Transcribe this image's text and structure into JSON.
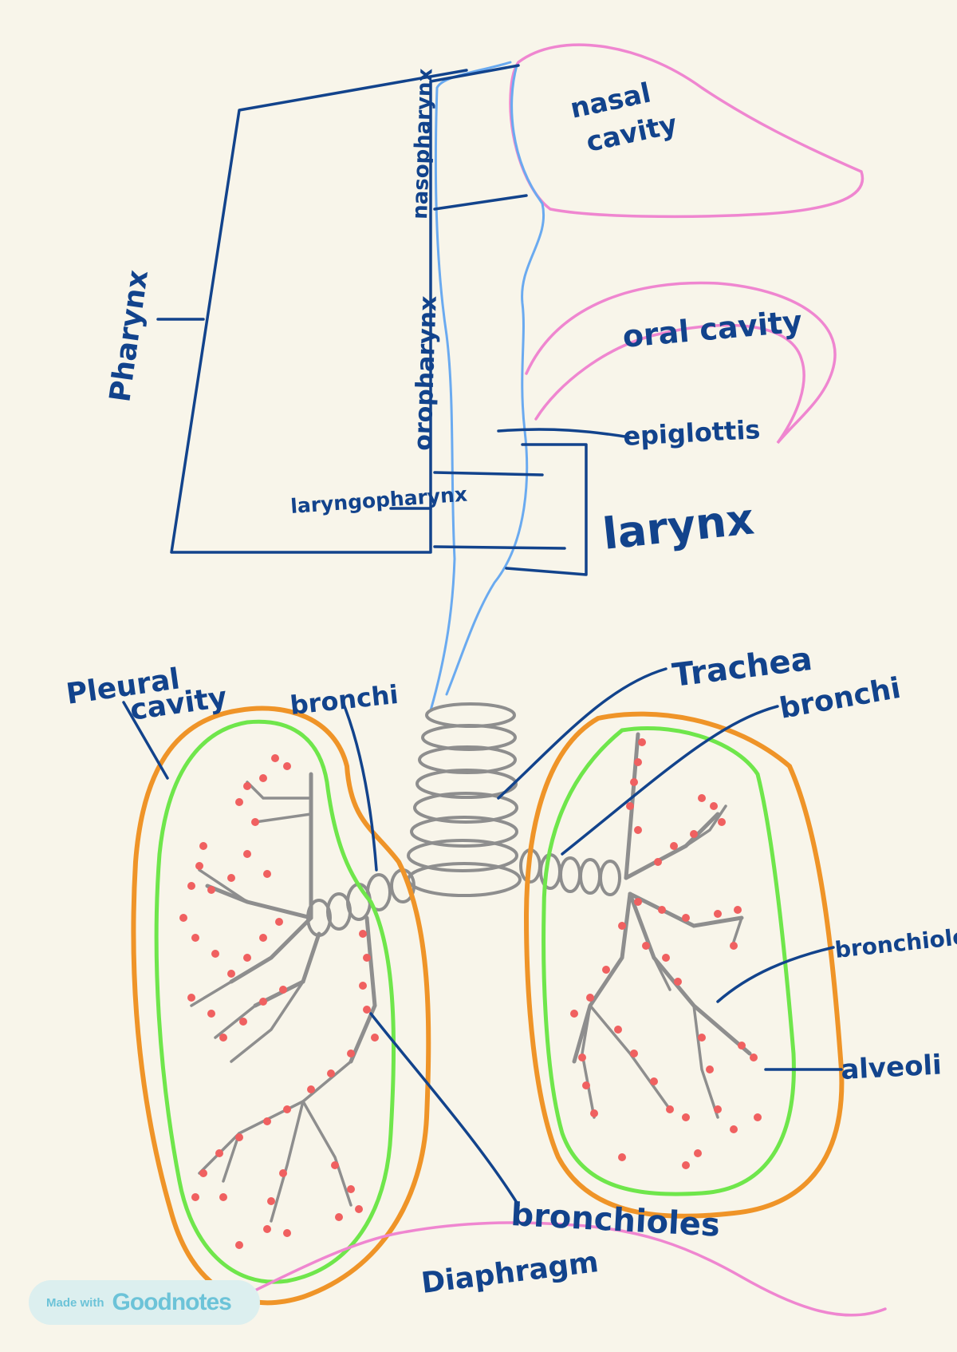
{
  "labels": {
    "nasal_cavity_line1": "nasal",
    "nasal_cavity_line2": "cavity",
    "nasopharynx": "nasopharynx",
    "pharynx": "Pharynx",
    "oral_cavity": "oral cavity",
    "oropharynx": "oropharynx",
    "epiglottis": "epiglottis",
    "laryngopharynx": "laryngopharynx",
    "larynx": "larynx",
    "pleural_cavity_line1": "Pleural",
    "pleural_cavity_line2": "cavity",
    "bronchi_left": "bronchi",
    "trachea": "Trachea",
    "bronchi_right": "bronchi",
    "bronchioles_right": "bronchioles",
    "alveoli": "alveoli",
    "bronchioles_bottom": "bronchioles",
    "diaphragm": "Diaphragm"
  },
  "badge": {
    "made_with": "Made with",
    "brand": "Goodnotes"
  },
  "colors": {
    "background": "#f8f5ea",
    "label_ink": "#12438c",
    "airway_outline": "#6aaaf0",
    "cavity_outline": "#ef86d0",
    "pleura_outer": "#ef9428",
    "lung_outline": "#6fe64b",
    "bronchial_tree": "#8e8e8e",
    "alveoli_dots": "#f06060"
  }
}
